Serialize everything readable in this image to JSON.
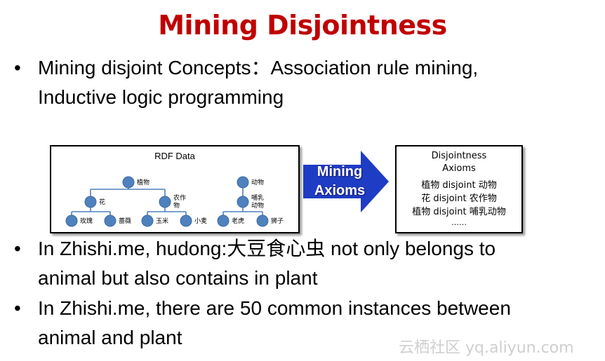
{
  "title": "Mining Disjointness",
  "bullets": [
    {
      "lines": [
        "Mining disjoint Concepts：Association rule mining,",
        "Inductive logic programming"
      ]
    },
    {
      "lines": [
        "In Zhishi.me, hudong:大豆食心虫 not only belongs to",
        "animal but also contains in plant"
      ]
    },
    {
      "lines": [
        "In Zhishi.me, there are 50 common instances between",
        "animal and plant"
      ]
    }
  ],
  "bullet_symbol": "•",
  "rdf": {
    "title": "RDF Data",
    "nodes": {
      "plant": "植物",
      "flower": "花",
      "crop": [
        "农作",
        "物"
      ],
      "animal": "动物",
      "mammal": [
        "哺乳",
        "动物"
      ],
      "rose": "玫瑰",
      "rosa": "蔷薇",
      "corn": "玉米",
      "wheat": "小麦",
      "tiger": "老虎",
      "lion": "狮子"
    },
    "node_color": "#4f81bd"
  },
  "arrow": {
    "label": [
      "Mining",
      "Axioms"
    ],
    "color": "#1f3cc4"
  },
  "axioms": {
    "title": [
      "Disjointness",
      "Axioms"
    ],
    "items": [
      "植物 disjoint 动物",
      "花 disjoint 农作物",
      "植物 disjoint 哺乳动物"
    ],
    "ellipsis": "……"
  },
  "watermark": "云栖社区 yq.aliyun.com",
  "colors": {
    "title": "#c00000",
    "text": "#000000"
  }
}
